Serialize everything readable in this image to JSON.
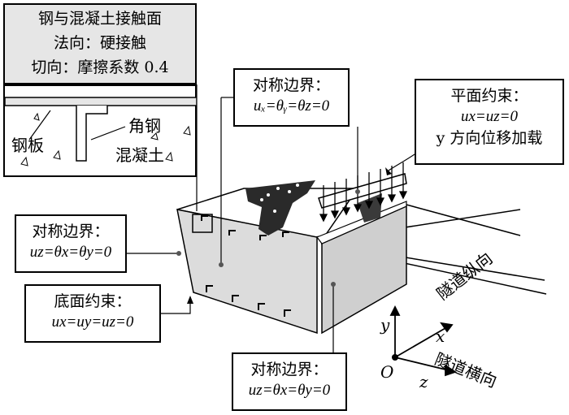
{
  "contact": {
    "title": "钢与混凝土接触面",
    "normal": "法向：硬接触",
    "tangential": "切向：摩擦系数 0.4"
  },
  "detail": {
    "steel_plate": "钢板",
    "angle_steel": "角钢",
    "concrete": "混凝土"
  },
  "sym_top": {
    "title": "对称边界：",
    "eq": "uₓ=θᵧ=θz=0"
  },
  "plane": {
    "title": "平面约束：",
    "eq": "ux=uz=0",
    "load": "y 方向位移加载"
  },
  "sym_left": {
    "title": "对称边界：",
    "eq": "uz=θx=θy=0"
  },
  "bottom": {
    "title": "底面约束：",
    "eq": "ux=uy=uz=0"
  },
  "sym_bottom": {
    "title": "对称边界：",
    "eq": "uz=θx=θy=0"
  },
  "axes": {
    "x": "x",
    "y": "y",
    "z": "z",
    "origin": "O",
    "longitudinal": "隧道纵向",
    "transverse": "隧道横向"
  }
}
